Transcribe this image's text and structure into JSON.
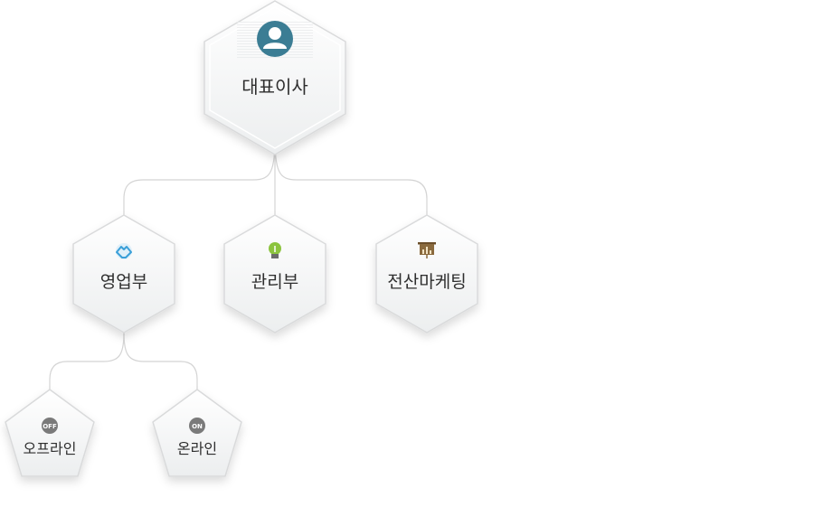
{
  "chart_data": {
    "type": "org-chart",
    "root": {
      "label": "대표이사",
      "icon": "user-icon",
      "children": [
        {
          "label": "영업부",
          "icon": "handshake-icon",
          "children": [
            {
              "label": "오프라인",
              "icon": "off-badge-icon",
              "badge": "OFF"
            },
            {
              "label": "온라인",
              "icon": "on-badge-icon",
              "badge": "ON"
            }
          ]
        },
        {
          "label": "관리부",
          "icon": "lightbulb-icon"
        },
        {
          "label": "전산마케팅",
          "icon": "presentation-board-icon"
        }
      ]
    }
  },
  "colors": {
    "node_fill": "#f6f7f8",
    "node_edge": "#d9dadb",
    "connector": "#d4d4d4",
    "user_icon": "#3b7d94",
    "handshake_icon": "#3a9fd8",
    "lightbulb_icon": "#8cc43f",
    "board_icon": "#8a6a3e",
    "badge": "#7a7a7a"
  }
}
